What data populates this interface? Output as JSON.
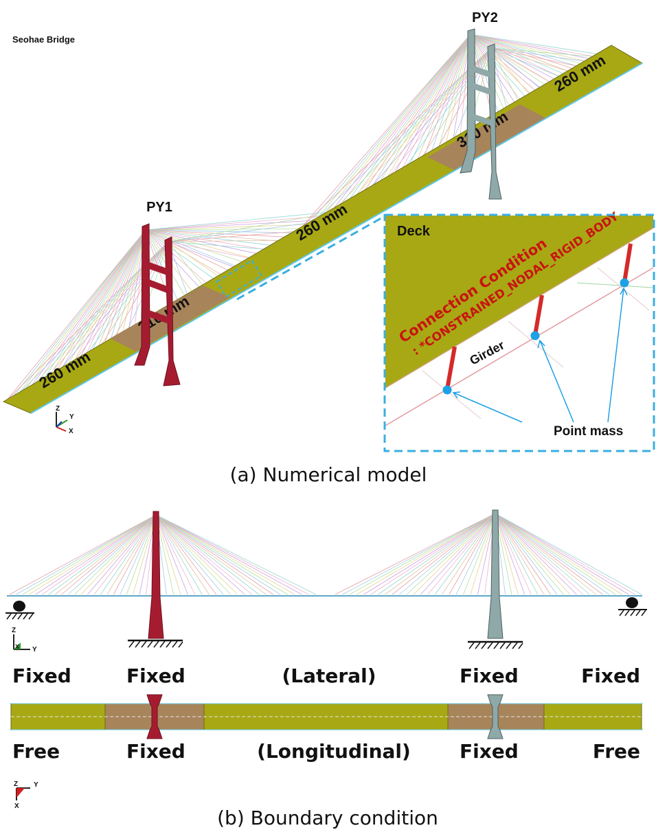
{
  "model": {
    "title": "Seohae Bridge",
    "pylon1": "PY1",
    "pylon2": "PY2",
    "spans": [
      "260 mm",
      "310 mm",
      "260 mm",
      "310 mm",
      "260 mm"
    ],
    "caption": "(a) Numerical model",
    "axes": {
      "z": "Z",
      "y": "Y",
      "x": "X"
    }
  },
  "inset": {
    "deck": "Deck",
    "condition_title": "Connection Condition",
    "condition_value": ": *CONSTRAINED_NODAL_RIGID_BODY",
    "girder": "Girder",
    "point_mass": "Point mass"
  },
  "boundary": {
    "lateral_labels": [
      "Fixed",
      "Fixed",
      "(Lateral)",
      "Fixed",
      "Fixed"
    ],
    "longitudinal_labels": [
      "Free",
      "Fixed",
      "(Longitudinal)",
      "Fixed",
      "Free"
    ],
    "caption": "(b) Boundary condition",
    "axes_elev": {
      "z": "Z",
      "x": "X",
      "y": "Y"
    },
    "axes_plan": {
      "z": "Z",
      "y": "Y",
      "x": "X"
    }
  },
  "colors": {
    "deck": "#a8a815",
    "deck_center": "#a8845a",
    "pylon1": "#a51c30",
    "pylon2": "#8fa8a8",
    "inset_border": "#3aaee0",
    "point_mass": "#1ea0e6",
    "condition_text": "#c8140f"
  }
}
